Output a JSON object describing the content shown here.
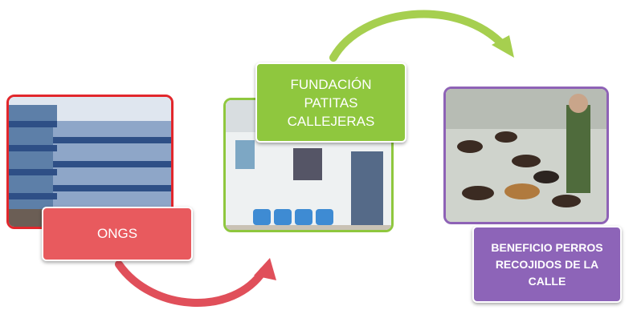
{
  "steps": [
    {
      "label": "ONGS",
      "color": "#e85a5e",
      "border": "#e2272c"
    },
    {
      "label_lines": [
        "FUNDACIÓN",
        "PATITAS",
        "CALLEJERAS"
      ],
      "color": "#8fc73e",
      "border": "#8fc73e"
    },
    {
      "label_lines": [
        "BENEFICIO PERROS",
        "RECOJIDOS DE LA",
        "CALLE"
      ],
      "color": "#8d64b8",
      "border": "#8e62b6"
    }
  ],
  "arrows": {
    "top_color": "#a6cf4f",
    "bottom_color": "#e04f5a"
  },
  "icons": [
    "building-photo",
    "office-photo",
    "dogs-photo"
  ]
}
